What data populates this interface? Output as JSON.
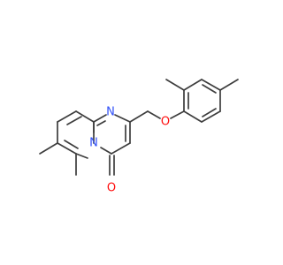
{
  "molecule": {
    "atoms": {
      "n1": "N",
      "n2": "N",
      "o_ether": "O",
      "o_carbonyl": "O"
    },
    "colors": {
      "bond": "#3d3d3d",
      "nitrogen": "#3050f8",
      "oxygen": "#ff0d0d",
      "background": "#ffffff"
    }
  }
}
